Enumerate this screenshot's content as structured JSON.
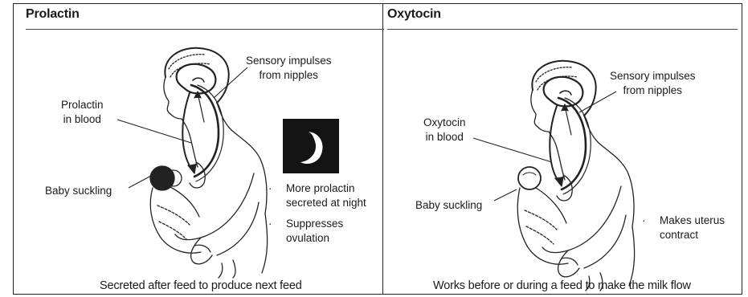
{
  "panels": [
    {
      "title": "Prolactin",
      "labels": {
        "sensory": "Sensory impulses\nfrom nipples",
        "hormone": "Prolactin\nin blood",
        "baby": "Baby suckling"
      },
      "bullets": [
        "More prolactin\nsecreted at night",
        "Suppresses\novulation"
      ],
      "caption": "Secreted after feed to produce next feed"
    },
    {
      "title": "Oxytocin",
      "labels": {
        "sensory": "Sensory impulses\nfrom nipples",
        "hormone": "Oxytocin\nin blood",
        "baby": "Baby suckling"
      },
      "bullets": [
        "Makes uterus\ncontract"
      ],
      "caption": "Works before or during a feed to make the milk flow"
    }
  ],
  "bullet_glyph": "·",
  "icons": {
    "night": "moon-icon"
  }
}
